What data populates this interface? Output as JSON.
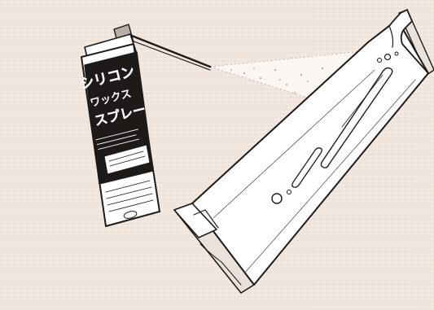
{
  "illustration": {
    "can_label": {
      "line1": "シリコン",
      "line2": "ワックス",
      "line3": "スプレー"
    },
    "colors": {
      "background": "#f3e9e1",
      "ink": "#1e1a18",
      "paper": "#ffffff"
    }
  }
}
